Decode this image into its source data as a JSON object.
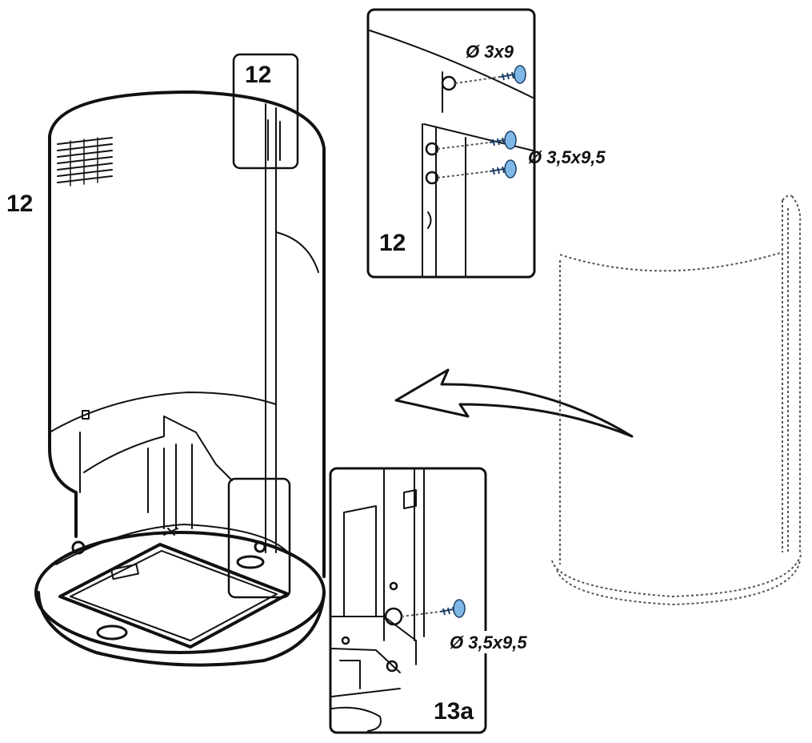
{
  "labels": {
    "main_step": "12",
    "detail_top_tag": "12",
    "detail_top_step": "12",
    "detail_bottom_step": "13a"
  },
  "screws": {
    "top_small": "Ø 3x9",
    "top_middle": "Ø 3,5x9,5",
    "bottom": "Ø 3,5x9,5"
  },
  "colors": {
    "screw": "#7fb8e6",
    "line": "#111111"
  }
}
